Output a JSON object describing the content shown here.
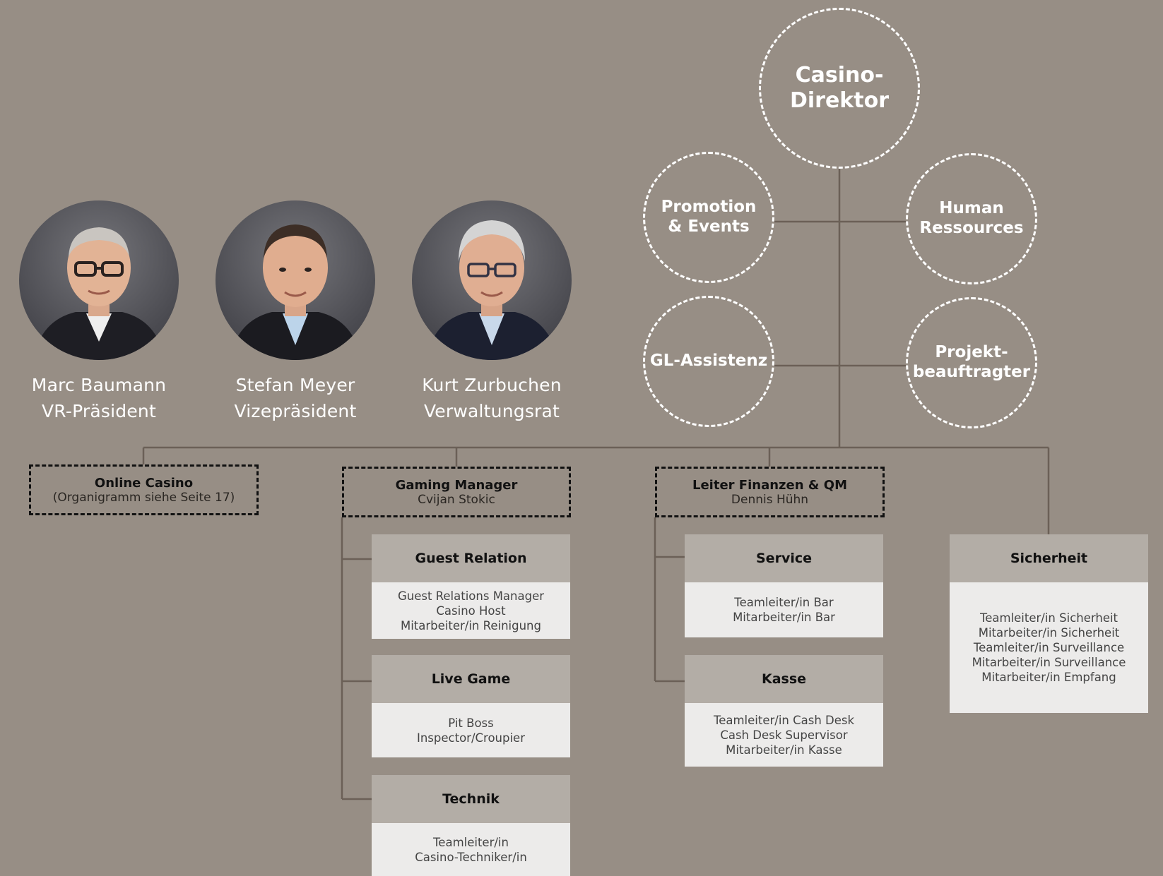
{
  "circles": {
    "director": "Casino-\nDirektor",
    "promotion": "Promotion\n& Events",
    "hr": "Human\nRessources",
    "assistant": "GL-Assistenz",
    "project": "Projekt-\nbeauftragter"
  },
  "board": [
    {
      "name": "Marc Baumann",
      "role": "VR-Präsident"
    },
    {
      "name": "Stefan Meyer",
      "role": "Vizepräsident"
    },
    {
      "name": "Kurt Zurbuchen",
      "role": "Verwaltungsrat"
    }
  ],
  "managers": {
    "online": {
      "title": "Online Casino",
      "subtitle": "(Organigramm siehe Seite 17)"
    },
    "gaming": {
      "title": "Gaming Manager",
      "subtitle": "Cvijan Stokic"
    },
    "finance": {
      "title": "Leiter Finanzen & QM",
      "subtitle": "Dennis Hühn"
    }
  },
  "departments": {
    "guest": {
      "title": "Guest Relation",
      "roles": [
        "Guest Relations Manager",
        "Casino Host",
        "Mitarbeiter/in Reinigung"
      ]
    },
    "live": {
      "title": "Live Game",
      "roles": [
        "Pit Boss",
        "Inspector/Croupier"
      ]
    },
    "technik": {
      "title": "Technik",
      "roles": [
        "Teamleiter/in",
        "Casino-Techniker/in"
      ]
    },
    "service": {
      "title": "Service",
      "roles": [
        "Teamleiter/in Bar",
        "Mitarbeiter/in Bar"
      ]
    },
    "kasse": {
      "title": "Kasse",
      "roles": [
        "Teamleiter/in Cash Desk",
        "Cash Desk Supervisor",
        "Mitarbeiter/in Kasse"
      ]
    },
    "sicherheit": {
      "title": "Sicherheit",
      "roles": [
        "Teamleiter/in Sicherheit",
        "Mitarbeiter/in Sicherheit",
        "Teamleiter/in Surveillance",
        "Mitarbeiter/in Surveillance",
        "Mitarbeiter/in Empfang"
      ]
    }
  },
  "colors": {
    "background": "#978e85",
    "connector": "#6b6057",
    "card_header": "#b3ada6",
    "card_body": "#ecebea"
  }
}
